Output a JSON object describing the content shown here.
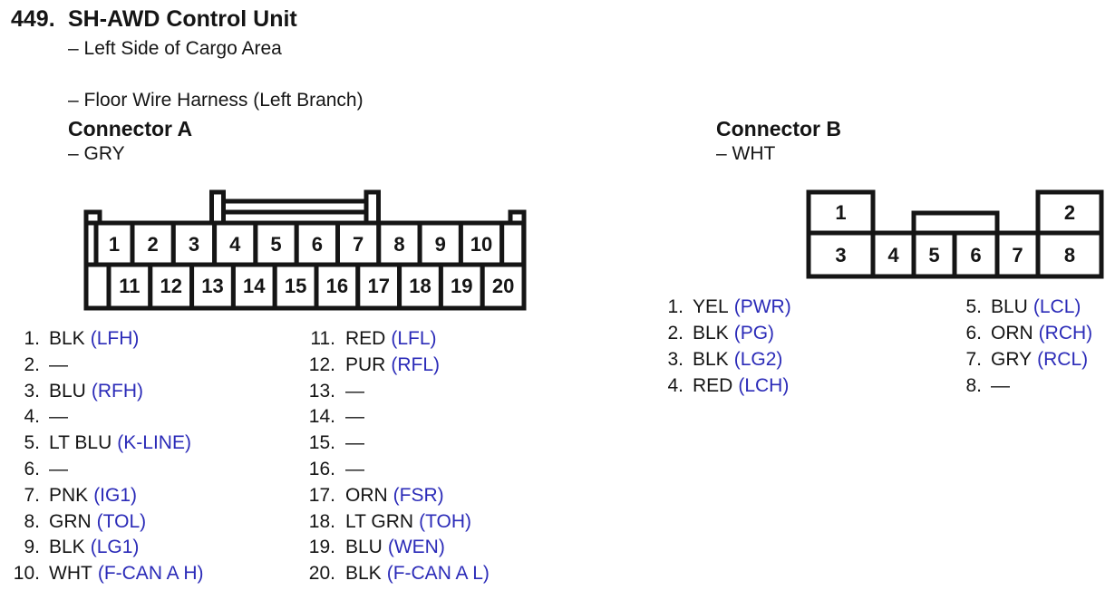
{
  "colors": {
    "signal_blue": "#2b2bb8",
    "ink": "#151515"
  },
  "header": {
    "item_number": "449.",
    "title": "SH-AWD Control Unit",
    "location_line1": "– Left Side of Cargo Area",
    "location_line2": "– Floor Wire Harness (Left Branch)"
  },
  "connector_a": {
    "heading": "Connector A",
    "color_label": "– GRY",
    "pins_top": [
      "1",
      "2",
      "3",
      "4",
      "5",
      "6",
      "7",
      "8",
      "9",
      "10"
    ],
    "pins_bottom": [
      "11",
      "12",
      "13",
      "14",
      "15",
      "16",
      "17",
      "18",
      "19",
      "20"
    ],
    "col1": [
      {
        "num": "1.",
        "wire": "BLK",
        "signal": "(LFH)"
      },
      {
        "num": "2.",
        "wire": "—",
        "signal": ""
      },
      {
        "num": "3.",
        "wire": "BLU",
        "signal": "(RFH)"
      },
      {
        "num": "4.",
        "wire": "—",
        "signal": ""
      },
      {
        "num": "5.",
        "wire": "LT BLU",
        "signal": "(K-LINE)"
      },
      {
        "num": "6.",
        "wire": "—",
        "signal": ""
      },
      {
        "num": "7.",
        "wire": "PNK",
        "signal": "(IG1)"
      },
      {
        "num": "8.",
        "wire": "GRN",
        "signal": "(TOL)"
      },
      {
        "num": "9.",
        "wire": "BLK",
        "signal": "(LG1)"
      },
      {
        "num": "10.",
        "wire": "WHT",
        "signal": "(F-CAN A H)"
      }
    ],
    "col2": [
      {
        "num": "11.",
        "wire": "RED",
        "signal": "(LFL)"
      },
      {
        "num": "12.",
        "wire": "PUR",
        "signal": "(RFL)"
      },
      {
        "num": "13.",
        "wire": "—",
        "signal": ""
      },
      {
        "num": "14.",
        "wire": "—",
        "signal": ""
      },
      {
        "num": "15.",
        "wire": "—",
        "signal": ""
      },
      {
        "num": "16.",
        "wire": "—",
        "signal": ""
      },
      {
        "num": "17.",
        "wire": "ORN",
        "signal": "(FSR)"
      },
      {
        "num": "18.",
        "wire": "LT GRN",
        "signal": "(TOH)"
      },
      {
        "num": "19.",
        "wire": "BLU",
        "signal": "(WEN)"
      },
      {
        "num": "20.",
        "wire": "BLK",
        "signal": "(F-CAN A L)"
      }
    ]
  },
  "connector_b": {
    "heading": "Connector B",
    "color_label": "– WHT",
    "pins_top": [
      "1",
      "2"
    ],
    "pins_bottom": [
      "3",
      "4",
      "5",
      "6",
      "7",
      "8"
    ],
    "col1": [
      {
        "num": "1.",
        "wire": "YEL",
        "signal": "(PWR)"
      },
      {
        "num": "2.",
        "wire": "BLK",
        "signal": "(PG)"
      },
      {
        "num": "3.",
        "wire": "BLK",
        "signal": "(LG2)"
      },
      {
        "num": "4.",
        "wire": "RED",
        "signal": "(LCH)"
      }
    ],
    "col2": [
      {
        "num": "5.",
        "wire": "BLU",
        "signal": "(LCL)"
      },
      {
        "num": "6.",
        "wire": "ORN",
        "signal": "(RCH)"
      },
      {
        "num": "7.",
        "wire": "GRY",
        "signal": "(RCL)"
      },
      {
        "num": "8.",
        "wire": "—",
        "signal": ""
      }
    ]
  }
}
